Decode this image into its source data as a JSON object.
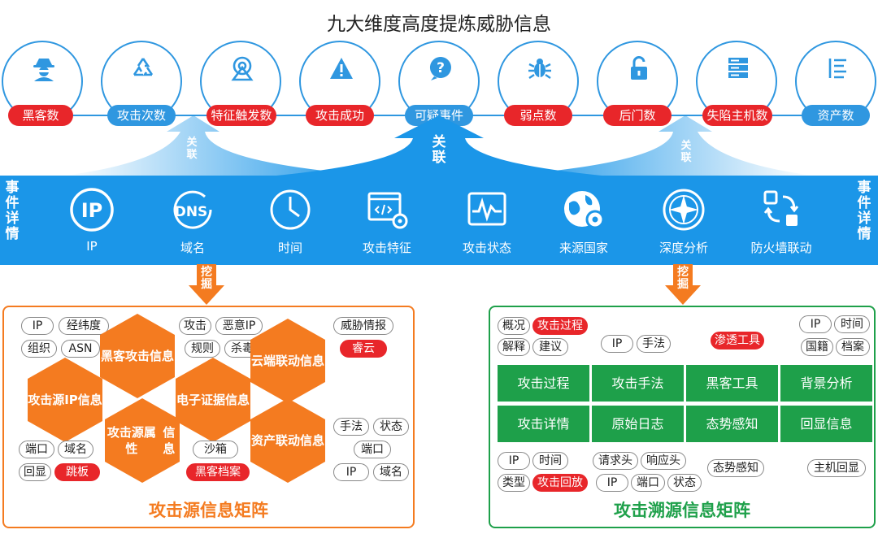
{
  "title": "九大维度高度提炼威胁信息",
  "metrics": [
    {
      "label": "黑客数",
      "style": "red",
      "icon": "hacker-icon"
    },
    {
      "label": "攻击次数",
      "style": "blue",
      "icon": "recycle-icon"
    },
    {
      "label": "特征触发数",
      "style": "red",
      "icon": "signal-icon"
    },
    {
      "label": "攻击成功",
      "style": "red",
      "icon": "warning-icon"
    },
    {
      "label": "可疑事件",
      "style": "blue",
      "icon": "question-icon"
    },
    {
      "label": "弱点数",
      "style": "red",
      "icon": "bug-icon"
    },
    {
      "label": "后门数",
      "style": "red",
      "icon": "unlock-icon"
    },
    {
      "label": "失陷主机数",
      "style": "red",
      "icon": "server-icon"
    },
    {
      "label": "资产数",
      "style": "blue",
      "icon": "list-icon"
    }
  ],
  "relation_label": "关联",
  "band": {
    "side_label": "事件详情",
    "items": [
      {
        "label": "IP",
        "icon": "ip-icon"
      },
      {
        "label": "域名",
        "icon": "dns-icon"
      },
      {
        "label": "时间",
        "icon": "clock-icon"
      },
      {
        "label": "攻击特征",
        "icon": "code-window-icon"
      },
      {
        "label": "攻击状态",
        "icon": "waveform-icon"
      },
      {
        "label": "来源国家",
        "icon": "globe-gear-icon"
      },
      {
        "label": "深度分析",
        "icon": "compass-icon"
      },
      {
        "label": "防火墙联动",
        "icon": "sync-icon"
      }
    ]
  },
  "mine_label": "挖掘",
  "left_panel": {
    "title": "攻击源信息矩阵",
    "hexes": {
      "hacker": "黑客攻击信息",
      "source_ip": "攻击源IP信息",
      "evidence": "电子证据信息",
      "cloud": "云端联动信息",
      "attr": "攻击源属性信息",
      "asset": "资产联动信息"
    },
    "tags": {
      "ip": "IP",
      "latlng": "经纬度",
      "org": "组织",
      "asn": "ASN",
      "attack": "攻击",
      "malicious_ip": "恶意IP",
      "rule": "规则",
      "antivirus": "杀毒",
      "threat_intel": "威胁情报",
      "ruiyun": "睿云",
      "port": "端口",
      "domain": "域名",
      "echo": "回显",
      "jump": "跳板",
      "sandbox": "沙箱",
      "hacker_file": "黑客档案",
      "technique": "手法",
      "status": "状态",
      "port2": "端口",
      "ip2": "IP",
      "domain2": "域名"
    }
  },
  "right_panel": {
    "title": "攻击溯源信息矩阵",
    "grid": [
      [
        "攻击过程",
        "攻击手法",
        "黑客工具",
        "背景分析"
      ],
      [
        "攻击详情",
        "原始日志",
        "态势感知",
        "回显信息"
      ]
    ],
    "tags": {
      "overview": "概况",
      "attack_process": "攻击过程",
      "explain": "解释",
      "suggest": "建议",
      "ip": "IP",
      "technique": "手法",
      "pentest": "渗透工具",
      "ip2": "IP",
      "time": "时间",
      "nationality": "国籍",
      "archive": "档案",
      "ip3": "IP",
      "time2": "时间",
      "type": "类型",
      "replay": "攻击回放",
      "req_header": "请求头",
      "resp_header": "响应头",
      "ip4": "IP",
      "port": "端口",
      "status": "状态",
      "situation": "态势感知",
      "host_echo": "主机回显"
    }
  },
  "colors": {
    "blue": "#1b96e8",
    "red": "#e8262a",
    "orange": "#f47b20",
    "green": "#1ea04a"
  }
}
